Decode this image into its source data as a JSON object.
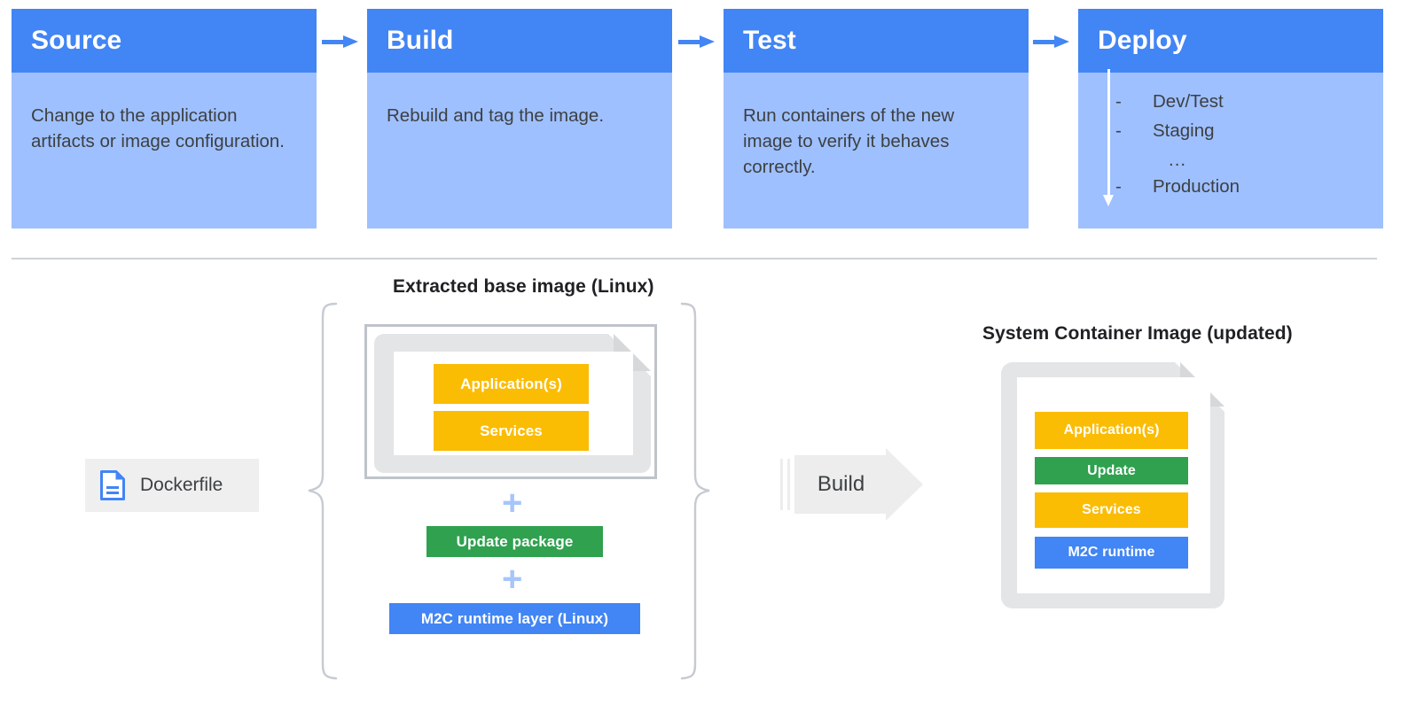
{
  "pipeline": {
    "stages": [
      {
        "title": "Source",
        "body": "Change to the application artifacts or image configuration."
      },
      {
        "title": "Build",
        "body": "Rebuild and tag the image."
      },
      {
        "title": "Test",
        "body": "Run containers of the new image to verify it behaves correctly."
      },
      {
        "title": "Deploy",
        "body": ""
      }
    ],
    "deploy_items": [
      {
        "dash": "-",
        "label": "Dev/Test"
      },
      {
        "dash": "-",
        "label": "Staging"
      },
      {
        "dash": "",
        "label": "..."
      },
      {
        "dash": "-",
        "label": "Production"
      }
    ],
    "arrow_icon": "arrow-right-icon"
  },
  "build_flow": {
    "left_group_label": "Extracted base image (Linux)",
    "right_group_label": "System Container Image (updated)",
    "dockerfile": {
      "label": "Dockerfile",
      "icon": "document-file-icon"
    },
    "build_arrow": {
      "label": "Build",
      "icon": "arrow-right-block-icon"
    },
    "plus_symbol": "+",
    "base_image_blocks": [
      {
        "label": "Application(s)",
        "color": "#FBBC04"
      },
      {
        "label": "Services",
        "color": "#FBBC04"
      }
    ],
    "addon_layers": [
      {
        "label": "Update package",
        "color": "#2FA14F"
      },
      {
        "label": "M2C runtime layer (Linux)",
        "color": "#4285F4"
      }
    ],
    "result_blocks": [
      {
        "label": "Application(s)",
        "color": "#FBBC04"
      },
      {
        "label": "Update",
        "color": "#2FA14F"
      },
      {
        "label": "Services",
        "color": "#FBBC04"
      },
      {
        "label": "M2C runtime",
        "color": "#4285F4"
      }
    ]
  },
  "colors": {
    "header_blue": "#4285F4",
    "body_blue": "#9FC0FF",
    "orange": "#FBBC04",
    "green": "#2FA14F",
    "blue": "#4285F4",
    "grey_doc": "#E3E5E6",
    "divider": "#CDD2D9",
    "plus_blue": "#A7C5FB"
  }
}
